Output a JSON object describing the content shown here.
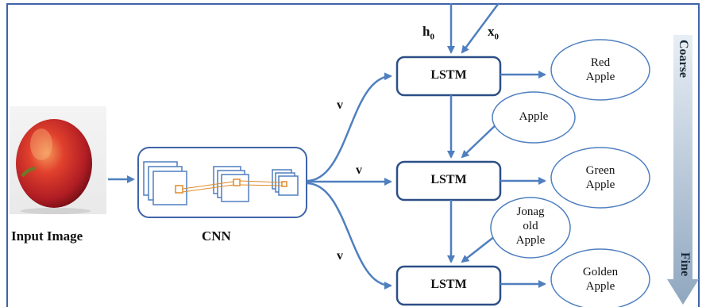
{
  "input": {
    "caption": "Input Image"
  },
  "cnn": {
    "caption": "CNN"
  },
  "inputs": {
    "h0": "h",
    "h0_sub": "0",
    "x0": "x",
    "x0_sub": "0"
  },
  "feature_label": "v",
  "lstm": [
    "LSTM",
    "LSTM",
    "LSTM"
  ],
  "predictions": [
    {
      "line1": "Red",
      "line2": "Apple"
    },
    {
      "line1": "Green",
      "line2": "Apple"
    },
    {
      "line1": "Golden",
      "line2": "Apple"
    }
  ],
  "feedback": [
    {
      "lines": [
        "Apple"
      ]
    },
    {
      "lines": [
        "Jonag",
        "old",
        "Apple"
      ]
    }
  ],
  "scale": {
    "top": "Coarse",
    "bottom": "Fine"
  },
  "colors": {
    "arrow": "#4f7fbf",
    "box_border": "#3f63a8",
    "lstm_border": "#2c4f86",
    "cnn_orange": "#e08a2a",
    "apple_red": "#c8242c"
  }
}
